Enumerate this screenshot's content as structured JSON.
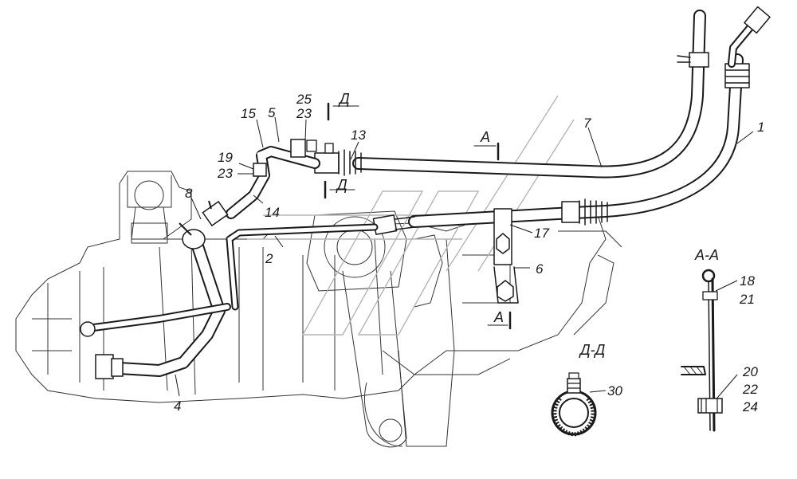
{
  "labels": {
    "p1": "1",
    "p2": "2",
    "p4": "4",
    "p5": "5",
    "p6": "6",
    "p7": "7",
    "p8": "8",
    "p13": "13",
    "p14": "14",
    "p15": "15",
    "p17": "17",
    "p19": "19",
    "p23a": "23",
    "p23b": "23",
    "p25": "25",
    "p18": "18",
    "p21": "21",
    "p20": "20",
    "p22": "22",
    "p24": "24",
    "p30": "30"
  },
  "section_marks": {
    "a_top": "А",
    "a_bottom": "А",
    "d_top": "Д",
    "d_bottom": "Д"
  },
  "views": {
    "aa_title": "А-А",
    "dd_title": "Д-Д"
  }
}
